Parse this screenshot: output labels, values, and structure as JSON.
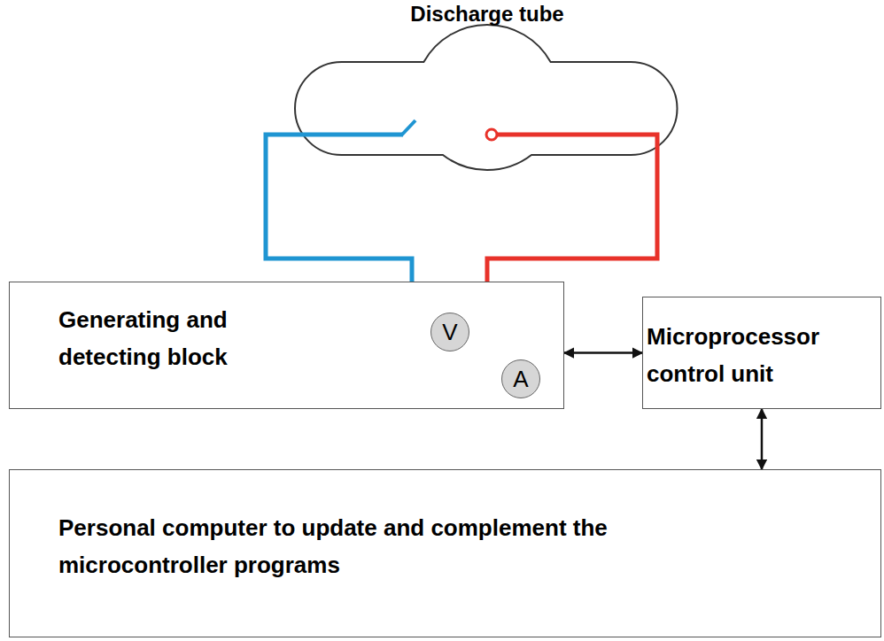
{
  "diagram": {
    "nodes": [
      {
        "text": [
          "Generating and detecting block"
        ]
      },
      {
        "text": [
          "V"
        ],
        "in": 0
      },
      {
        "text": [
          "A"
        ],
        "in": 0
      },
      {
        "text": [
          "Microprocessor control unit"
        ]
      },
      {
        "text": [
          "Personal computer to update and complement the microcontroller programs"
        ]
      }
    ],
    "edges": [
      {
        "from": 0,
        "to": 3,
        "arrow": "both"
      },
      {
        "from": 3,
        "to": 4,
        "arrow": "both"
      }
    ],
    "labels": [
      "Discharge tube"
    ]
  }
}
